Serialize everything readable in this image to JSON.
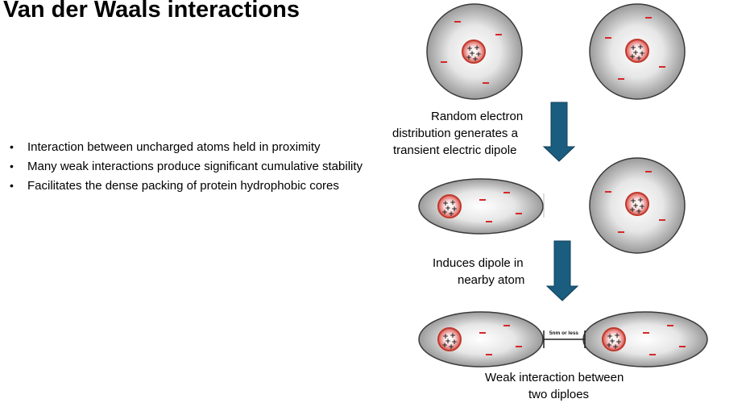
{
  "slide": {
    "title": "Van der Waals interactions"
  },
  "bullets": [
    "Interaction between uncharged atoms held in proximity",
    "Many weak interactions produce significant cumulative stability",
    "Facilitates the dense packing of protein hydrophobic cores"
  ],
  "captions": {
    "step1_line1": "Random electron",
    "step1_line2": "distribution generates a",
    "step1_line3": "transient electric dipole",
    "step2_line1": "Induces dipole in",
    "step2_line2": "nearby atom",
    "step3_line1": "Weak interaction between",
    "step3_line2": "two diploes"
  },
  "diagram": {
    "distance_label": "5nm or less",
    "negative_symbol": "–",
    "positive_symbol": "+"
  },
  "colors": {
    "arrow": "#1b5d7f",
    "electron_cloud": "#cfcfcf",
    "nucleus": "#d9534f",
    "negative_charge": "#d62828"
  }
}
